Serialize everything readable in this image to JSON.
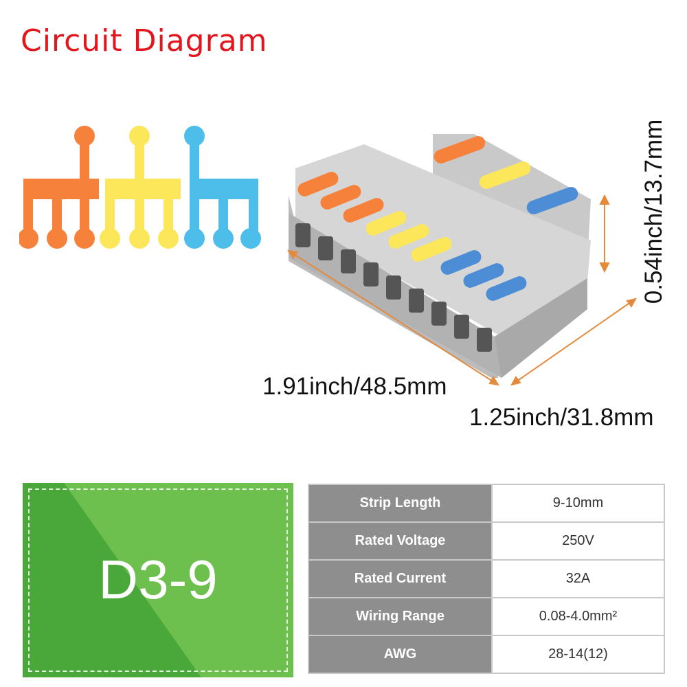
{
  "header": {
    "title": "Circuit Diagram"
  },
  "colors": {
    "title": "#e3141b",
    "orange": "#f5813a",
    "yellow": "#fce75a",
    "blue": "#4dbde9",
    "model_bg": "#5fb446",
    "spec_key_bg": "#8e8e8e"
  },
  "dimensions": {
    "length": "1.91inch/48.5mm",
    "depth": "1.25inch/31.8mm",
    "height": "0.54inch/13.7mm"
  },
  "model": {
    "name": "D3-9"
  },
  "specs": [
    {
      "label": "Strip Length",
      "value": "9-10mm"
    },
    {
      "label": "Rated Voltage",
      "value": "250V"
    },
    {
      "label": "Rated Current",
      "value": "32A"
    },
    {
      "label": "Wiring Range",
      "value": "0.08-4.0mm²"
    },
    {
      "label": "AWG",
      "value": "28-14(12)"
    }
  ]
}
